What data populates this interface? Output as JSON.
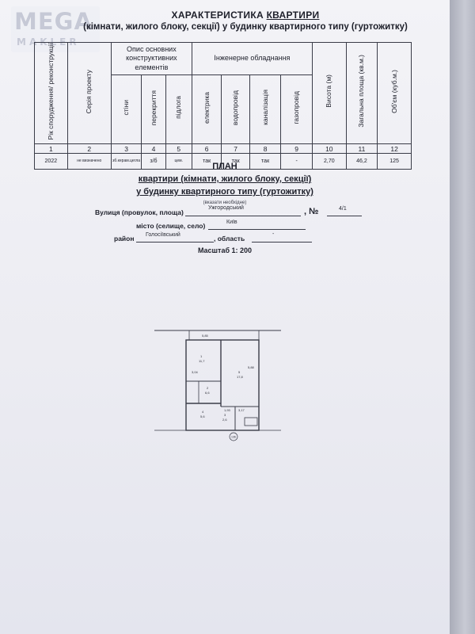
{
  "watermark": {
    "main": "MEGA",
    "sub": "MAKLER"
  },
  "header": {
    "title_prefix": "ХАРАКТЕРИСТИКА",
    "title_underlined": "КВАРТИРИ",
    "subtitle": "(кімнати, жилого блоку, секції) у будинку квартирного типу (гуртожитку)"
  },
  "table": {
    "col_year": "Рік спорудження/ реконструкції",
    "col_series": "Серія проекту",
    "group_construct": "Опис основних конструктивних елементів",
    "col_walls": "стіни",
    "col_floors": "перекриття",
    "col_flooring": "підлога",
    "group_engineering": "Інженерне обладнання",
    "col_electric": "електрика",
    "col_water": "водопровід",
    "col_sewer": "каналізація",
    "col_gas": "газопровід",
    "col_height": "Висота (м)",
    "col_area": "Загальна площа (кв.м.)",
    "col_volume": "Об'єм (куб.м.)",
    "numbers": [
      "1",
      "2",
      "3",
      "4",
      "5",
      "6",
      "7",
      "8",
      "9",
      "10",
      "11",
      "12"
    ],
    "values": {
      "year": "2022",
      "series": "не визначено",
      "walls": "зб.керам.цегла",
      "floors": "з/б",
      "flooring": "цем.",
      "electric": "так",
      "water": "так",
      "sewer": "так",
      "gas": "-",
      "height": "2,70",
      "area": "46,2",
      "volume": "125"
    }
  },
  "plan": {
    "title": "ПЛАН",
    "line1": "квартири (кімнати, жилого блоку, секції)",
    "line2": "у будинку квартирного типу (гуртожитку)",
    "need_note": "(вказати необхідне)",
    "street_label": "Вулиця (провулок, площа)",
    "street_value": "Ужгородський",
    "number_label": ", №",
    "number_value": "4/1",
    "city_label": "місто (селище, село)",
    "city_value": "Київ",
    "district_label": "район",
    "district_value": "Голосіївський",
    "region_label": ", область",
    "region_value": "-",
    "scale": "Масштаб 1: 200"
  },
  "floorplan": {
    "dims": [
      "5,85",
      "3,04",
      "5,88",
      "3,17",
      "1,93"
    ],
    "rooms": [
      {
        "num": "1",
        "area": "11,7"
      },
      {
        "num": "2",
        "area": "6,6"
      },
      {
        "num": "3",
        "area": "2,6"
      },
      {
        "num": "4",
        "area": "5,6"
      },
      {
        "num": "5",
        "area": "17,8"
      }
    ],
    "apartment": "136"
  }
}
